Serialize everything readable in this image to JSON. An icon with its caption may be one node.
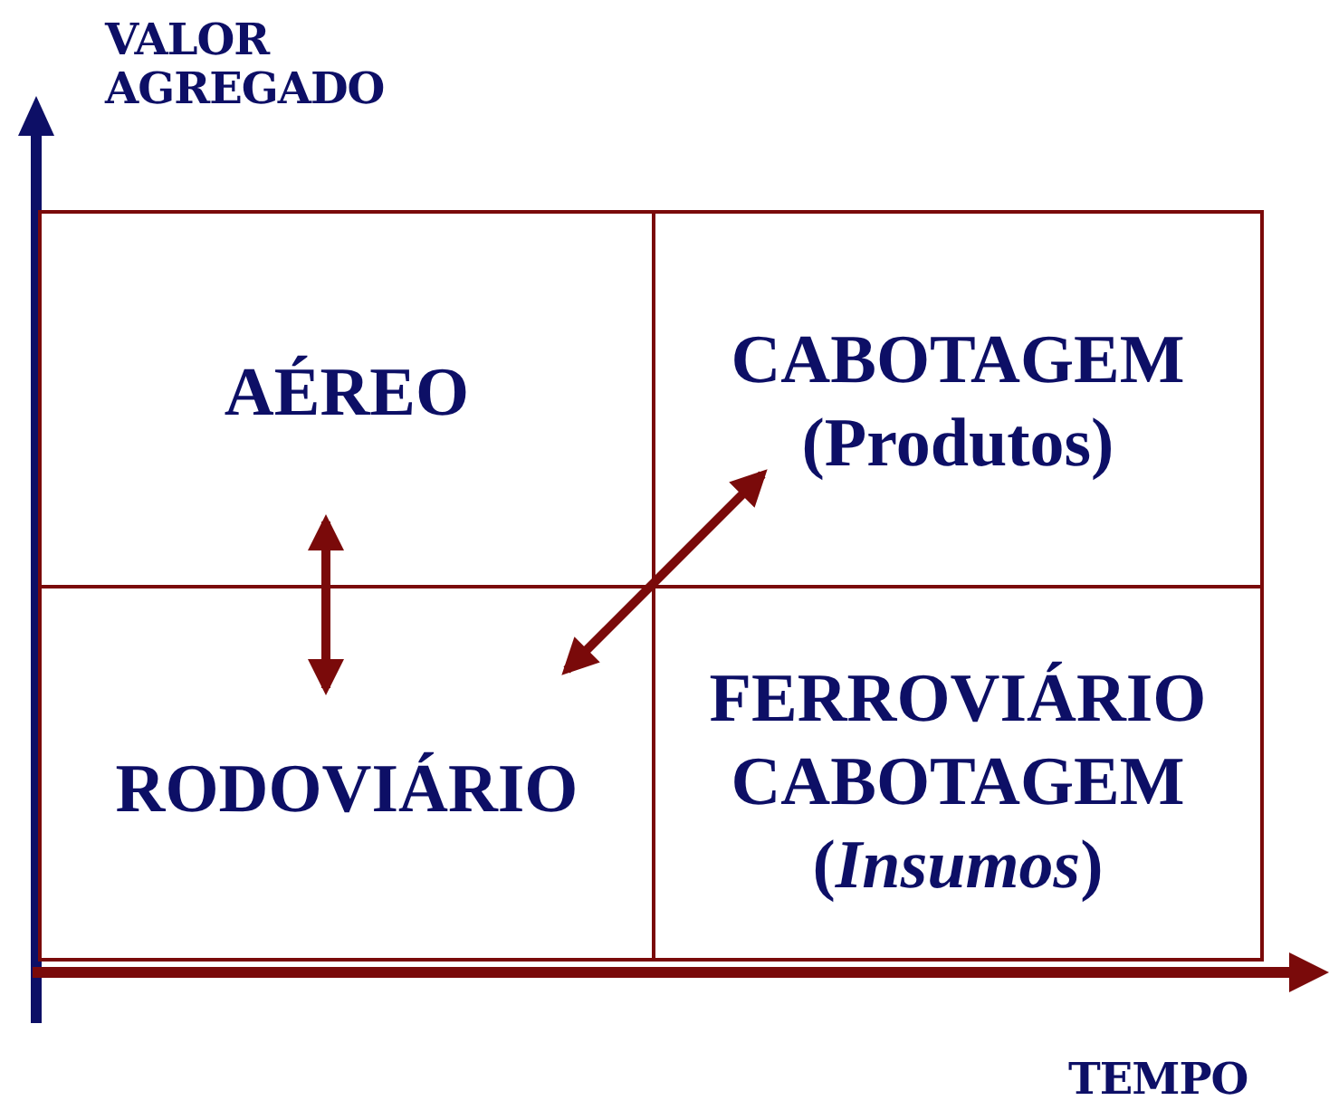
{
  "diagram": {
    "nodes": [
      {
        "text": [
          "AÉREO"
        ]
      },
      {
        "text": [
          "CABOTAGEM",
          "(Produtos)"
        ]
      },
      {
        "text": [
          "RODOVIÁRIO"
        ]
      },
      {
        "text": [
          "FERROVIÁRIO",
          "CABOTAGEM",
          "(*Insumos*)"
        ]
      }
    ],
    "edges": [
      {
        "from": 2,
        "to": 0,
        "arrow": "both"
      },
      {
        "from": 2,
        "to": 1,
        "arrow": "both"
      }
    ],
    "labels": [
      "VALOR AGREGADO",
      "TEMPO"
    ]
  }
}
